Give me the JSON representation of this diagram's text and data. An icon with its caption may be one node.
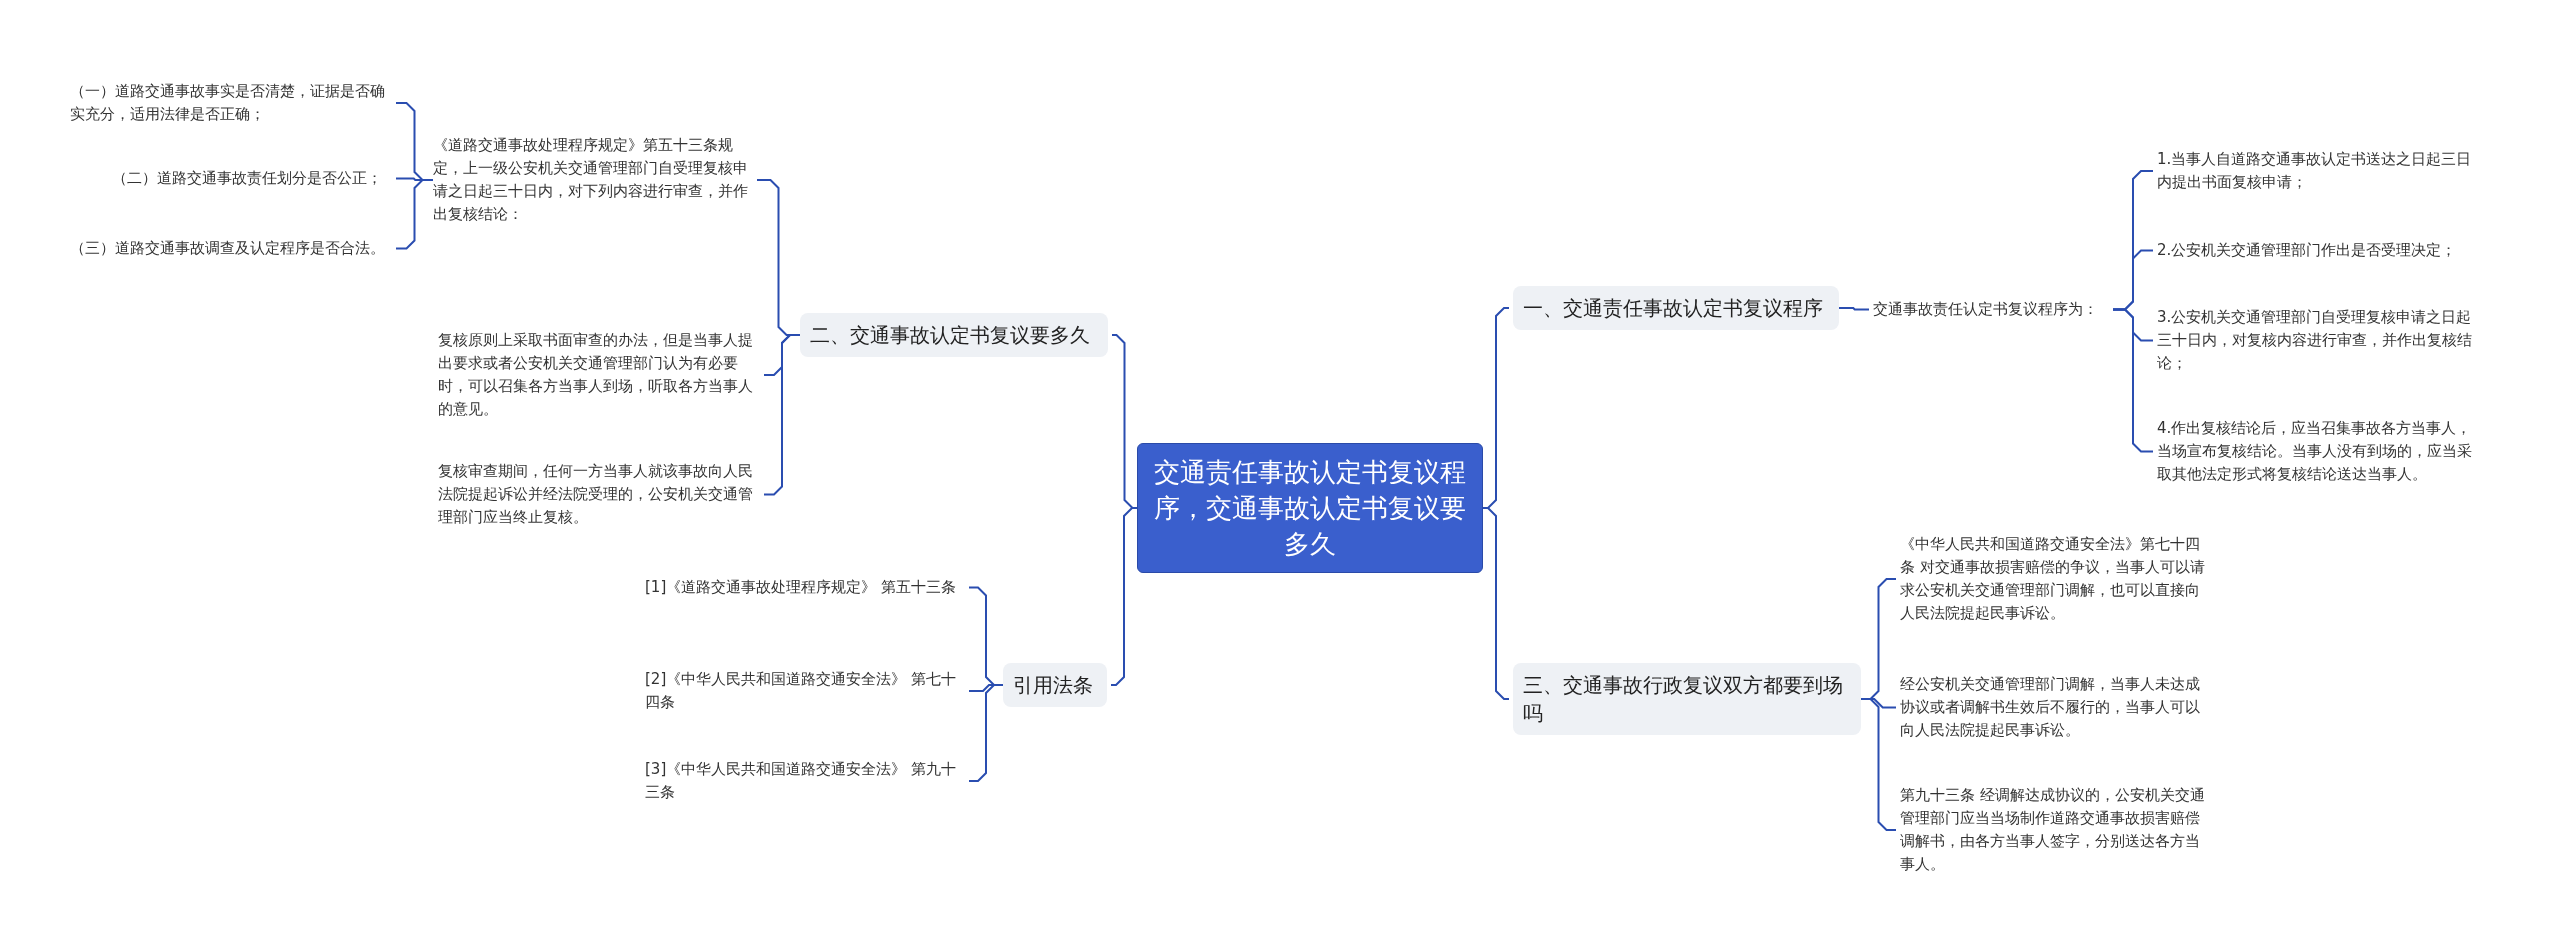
{
  "diagram": {
    "nodes": [
      {
        "text": [
          "交通责任事故认定书复议程序，交通事故认定书复议要多久"
        ]
      },
      {
        "text": [
          "二、交通事故认定书复议要多久"
        ]
      },
      {
        "text": [
          "《道路交通事故处理程序规定》第五十三条规定，上一级公安机关交通管理部门自受理复核申请之日起三十日内，对下列内容进行审查，并作出复核结论："
        ]
      },
      {
        "text": [
          "（一）道路交通事故事实是否清楚，证据是否确实充分，适用法律是否正确；"
        ]
      },
      {
        "text": [
          "（二）道路交通事故责任划分是否公正；"
        ]
      },
      {
        "text": [
          "（三）道路交通事故调查及认定程序是否合法。"
        ]
      },
      {
        "text": [
          "复核原则上采取书面审查的办法，但是当事人提出要求或者公安机关交通管理部门认为有必要时，可以召集各方当事人到场，听取各方当事人的意见。"
        ]
      },
      {
        "text": [
          "复核审查期间，任何一方当事人就该事故向人民法院提起诉讼并经法院受理的，公安机关交通管理部门应当终止复核。"
        ]
      },
      {
        "text": [
          "引用法条"
        ]
      },
      {
        "text": [
          "[1]《道路交通事故处理程序规定》 第五十三条"
        ]
      },
      {
        "text": [
          "[2]《中华人民共和国道路交通安全法》 第七十四条"
        ]
      },
      {
        "text": [
          "[3]《中华人民共和国道路交通安全法》 第九十三条"
        ]
      },
      {
        "text": [
          "一、交通责任事故认定书复议程序"
        ]
      },
      {
        "text": [
          "交通事故责任认定书复议程序为："
        ]
      },
      {
        "text": [
          "1.当事人自道路交通事故认定书送达之日起三日内提出书面复核申请；"
        ]
      },
      {
        "text": [
          "2.公安机关交通管理部门作出是否受理决定；"
        ]
      },
      {
        "text": [
          "3.公安机关交通管理部门自受理复核申请之日起三十日内，对复核内容进行审查，并作出复核结论；"
        ]
      },
      {
        "text": [
          "4.作出复核结论后，应当召集事故各方当事人，当场宣布复核结论。当事人没有到场的，应当采取其他法定形式将复核结论送达当事人。"
        ]
      },
      {
        "text": [
          "三、交通事故行政复议双方都要到场吗"
        ]
      },
      {
        "text": [
          "《中华人民共和国道路交通安全法》第七十四条 对交通事故损害赔偿的争议，当事人可以请求公安机关交通管理部门调解，也可以直接向人民法院提起民事诉讼。"
        ]
      },
      {
        "text": [
          "经公安机关交通管理部门调解，当事人未达成协议或者调解书生效后不履行的，当事人可以向人民法院提起民事诉讼。"
        ]
      },
      {
        "text": [
          "第九十三条 经调解达成协议的，公安机关交通管理部门应当当场制作道路交通事故损害赔偿调解书，由各方当事人签字，分别送达各方当事人。"
        ]
      }
    ],
    "edges": [
      {
        "from": 0,
        "to": 1,
        "arrow": "none"
      },
      {
        "from": 0,
        "to": 8,
        "arrow": "none"
      },
      {
        "from": 0,
        "to": 12,
        "arrow": "none"
      },
      {
        "from": 0,
        "to": 18,
        "arrow": "none"
      },
      {
        "from": 1,
        "to": 2,
        "arrow": "none"
      },
      {
        "from": 1,
        "to": 6,
        "arrow": "none"
      },
      {
        "from": 1,
        "to": 7,
        "arrow": "none"
      },
      {
        "from": 2,
        "to": 3,
        "arrow": "none"
      },
      {
        "from": 2,
        "to": 4,
        "arrow": "none"
      },
      {
        "from": 2,
        "to": 5,
        "arrow": "none"
      },
      {
        "from": 8,
        "to": 9,
        "arrow": "none"
      },
      {
        "from": 8,
        "to": 10,
        "arrow": "none"
      },
      {
        "from": 8,
        "to": 11,
        "arrow": "none"
      },
      {
        "from": 12,
        "to": 13,
        "arrow": "none"
      },
      {
        "from": 13,
        "to": 14,
        "arrow": "none"
      },
      {
        "from": 13,
        "to": 15,
        "arrow": "none"
      },
      {
        "from": 13,
        "to": 16,
        "arrow": "none"
      },
      {
        "from": 13,
        "to": 17,
        "arrow": "none"
      },
      {
        "from": 18,
        "to": 19,
        "arrow": "none"
      },
      {
        "from": 18,
        "to": 20,
        "arrow": "none"
      },
      {
        "from": 18,
        "to": 21,
        "arrow": "none"
      }
    ]
  }
}
